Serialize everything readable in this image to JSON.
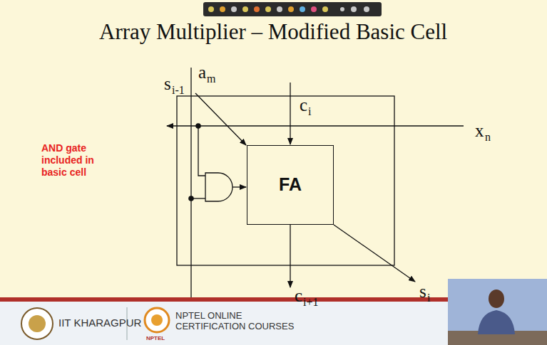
{
  "diagram": {
    "title": "Array Multiplier – Modified Basic Cell",
    "nodes": [
      {
        "text": [
          "FA"
        ]
      }
    ],
    "labels": [
      "a",
      "m",
      "s",
      "i-1",
      "c",
      "i",
      "x",
      "n",
      "c",
      "i+1",
      "s",
      "i",
      "AND gate included in basic cell",
      "IIT KHARAGPUR",
      "NPTEL ONLINE",
      "CERTIFICATION COURSES",
      "NPTEL"
    ]
  }
}
